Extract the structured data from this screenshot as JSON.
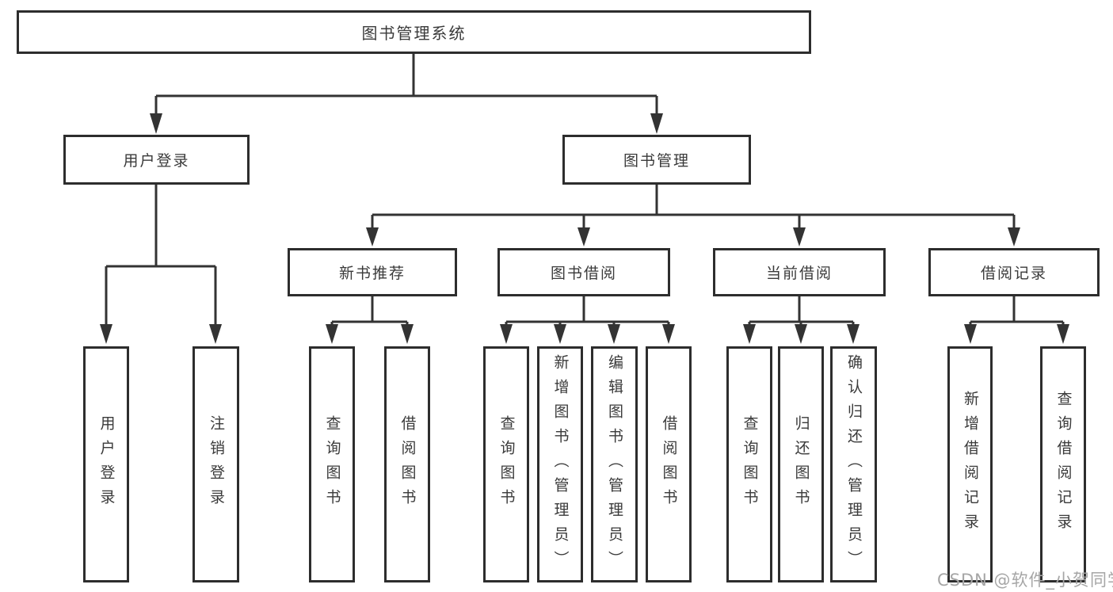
{
  "diagram_title": "图书管理系统",
  "tree": {
    "root": {
      "label": "图书管理系统"
    },
    "level2": [
      {
        "label": "用户登录",
        "children": [
          {
            "label": "用户登录"
          },
          {
            "label": "注销登录"
          }
        ]
      },
      {
        "label": "图书管理",
        "children": [
          {
            "label": "新书推荐",
            "children": [
              {
                "label": "查询图书"
              },
              {
                "label": "借阅图书"
              }
            ]
          },
          {
            "label": "图书借阅",
            "children": [
              {
                "label": "查询图书"
              },
              {
                "label": "新增图书（管理员）"
              },
              {
                "label": "编辑图书（管理员）"
              },
              {
                "label": "借阅图书"
              }
            ]
          },
          {
            "label": "当前借阅",
            "children": [
              {
                "label": "查询图书"
              },
              {
                "label": "归还图书"
              },
              {
                "label": "确认归还（管理员）"
              }
            ]
          },
          {
            "label": "借阅记录",
            "children": [
              {
                "label": "新增借阅记录"
              },
              {
                "label": "查询借阅记录"
              }
            ]
          }
        ]
      }
    ]
  },
  "watermark": "CSDN @软件_小贺同学",
  "colors": {
    "line": "#333333",
    "box_border": "#2d2d2d",
    "text": "#3a3a3a",
    "watermark": "#a6a6a6",
    "background": "#ffffff"
  }
}
